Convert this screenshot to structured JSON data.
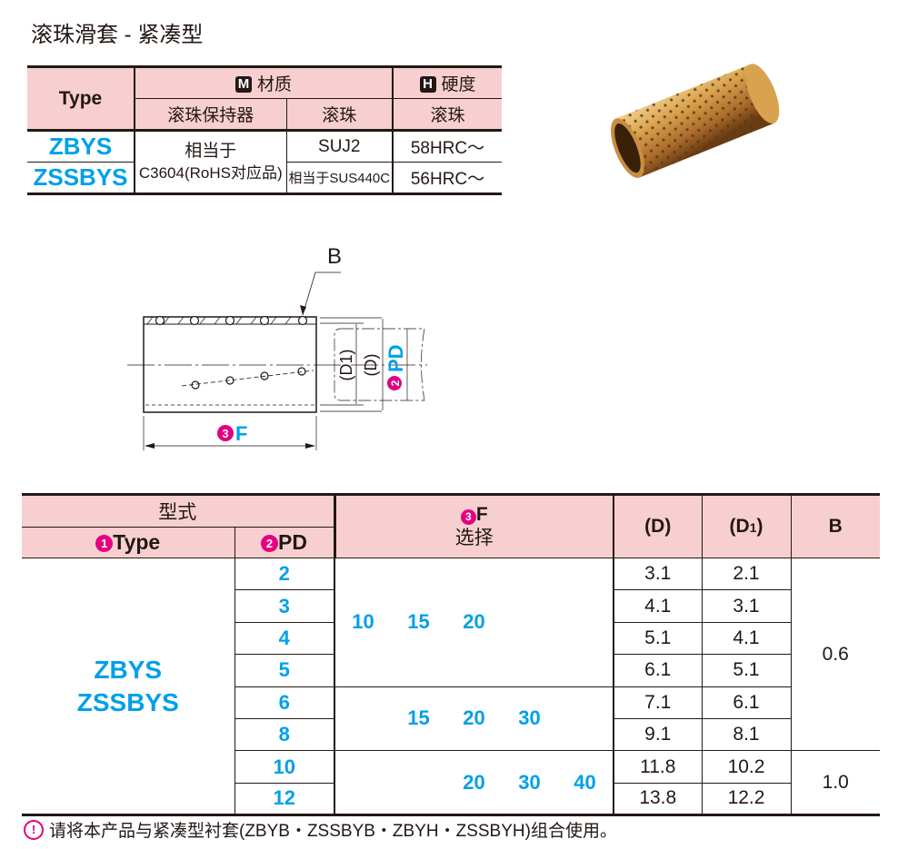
{
  "title": "滚珠滑套 - 紧凑型",
  "spec_table": {
    "type_header": "Type",
    "material_icon": "M",
    "material_header": "材质",
    "hardness_icon": "H",
    "hardness_header": "硬度",
    "sub_retainer": "滚珠保持器",
    "sub_ball": "滚珠",
    "sub_ball_hard": "滚珠",
    "types": [
      "ZBYS",
      "ZSSBYS"
    ],
    "retainer_line1": "相当于",
    "retainer_line2": "C3604(RoHS对应品)",
    "ball": [
      "SUJ2",
      "相当于SUS440C"
    ],
    "hardness": [
      "58HRC～",
      "56HRC～"
    ]
  },
  "drawing": {
    "label_b": "B",
    "label_d1": "(D1)",
    "label_d": "(D)",
    "pd_num": "2",
    "pd": "PD",
    "f_num": "3",
    "f": "F"
  },
  "main_table": {
    "h_model": "型式",
    "h_type_num": "1",
    "h_type": "Type",
    "h_pd_num": "2",
    "h_pd": "PD",
    "h_f_num": "3",
    "h_f": "F",
    "h_f_sub": "选择",
    "h_d": "(D)",
    "h_d1_main": "(D",
    "h_d1_sub": "1",
    "h_d1_close": ")",
    "h_b": "B",
    "types": [
      "ZBYS",
      "ZSSBYS"
    ],
    "rows": [
      {
        "pd": "2",
        "d": "3.1",
        "d1": "2.1"
      },
      {
        "pd": "3",
        "d": "4.1",
        "d1": "3.1"
      },
      {
        "pd": "4",
        "d": "5.1",
        "d1": "4.1"
      },
      {
        "pd": "5",
        "d": "6.1",
        "d1": "5.1"
      },
      {
        "pd": "6",
        "d": "7.1",
        "d1": "6.1"
      },
      {
        "pd": "8",
        "d": "9.1",
        "d1": "8.1"
      },
      {
        "pd": "10",
        "d": "11.8",
        "d1": "10.2"
      },
      {
        "pd": "12",
        "d": "13.8",
        "d1": "12.2"
      }
    ],
    "f_groups": [
      [
        "10",
        "15",
        "20"
      ],
      [
        "15",
        "20",
        "30"
      ],
      [
        "20",
        "30",
        "40"
      ]
    ],
    "b_groups": [
      "0.6",
      "1.0"
    ]
  },
  "note": "请将本产品与紧凑型衬套(ZBYB・ZSSBYB・ZBYH・ZSSBYH)组合使用。"
}
